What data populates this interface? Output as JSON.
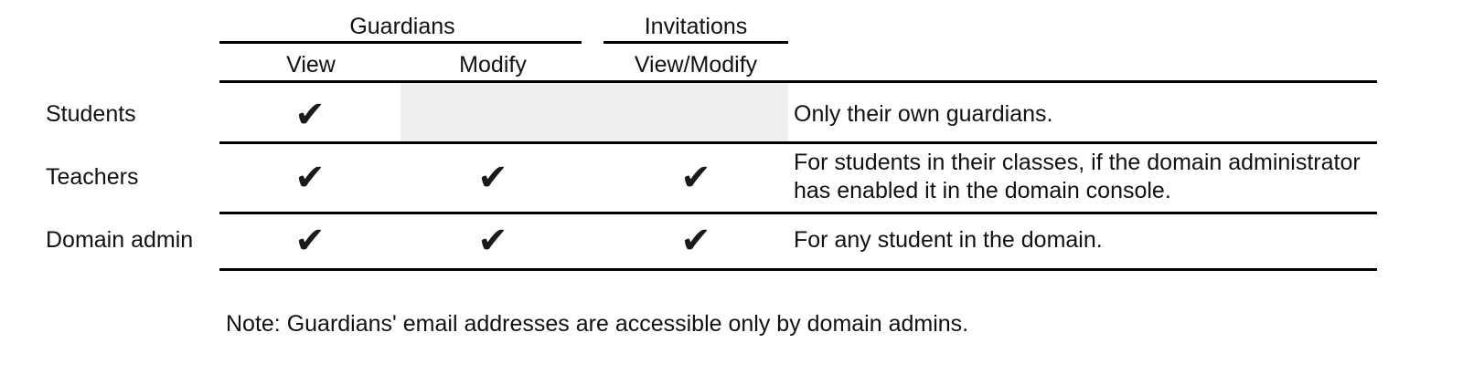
{
  "table": {
    "group_headers": [
      {
        "label": "Guardians",
        "spans": [
          "View",
          "Modify"
        ]
      },
      {
        "label": "Invitations",
        "spans": [
          "View/Modify"
        ]
      }
    ],
    "column_headers": [
      "View",
      "Modify",
      "View/Modify"
    ],
    "row_label_header": "",
    "check_glyph": "✔",
    "rows": [
      {
        "label": "Students",
        "guardians_view": "✔",
        "guardians_modify": "",
        "invitations_view_modify": "",
        "shaded": true,
        "description": "Only their own guardians."
      },
      {
        "label": "Teachers",
        "guardians_view": "✔",
        "guardians_modify": "✔",
        "invitations_view_modify": "✔",
        "shaded": false,
        "description": "For students in their classes, if the domain administrator has enabled it in the domain console."
      },
      {
        "label": "Domain admin",
        "guardians_view": "✔",
        "guardians_modify": "✔",
        "invitations_view_modify": "✔",
        "shaded": false,
        "description": "For any student in the domain."
      }
    ]
  },
  "footnote": "Note: Guardians' email addresses are accessible only by domain admins.",
  "colors": {
    "rule": "#000000",
    "shade": "#eeeeee",
    "text": "#111111",
    "background": "#ffffff"
  }
}
